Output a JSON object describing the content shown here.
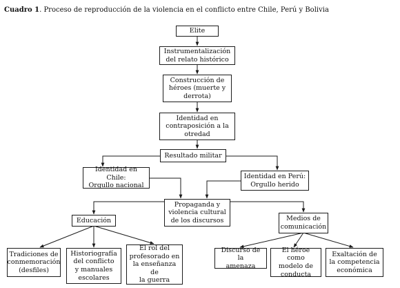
{
  "caption": {
    "label": "Cuadro 1",
    "text": ". Proceso de reproducción de la violencia en el conflicto entre Chile, Perú y Bolivia"
  },
  "nodes": {
    "elite": "Elite",
    "instrumentalizacion": "Instrumentalización\ndel relato histórico",
    "construccion": "Construcción de\nhéroes (muerte y\nderrota)",
    "identidad_otredad": "Identidad en\ncontraposición a la\notredad",
    "resultado_militar": "Resultado militar",
    "identidad_chile": "Identidad en Chile:\nOrgullo nacional",
    "identidad_peru": "Identidad en Perú:\nOrgullo herido",
    "propaganda": "Propaganda y\nviolencia cultural\nde los discursos",
    "educacion": "Educación",
    "medios": "Medios de\ncomunicación",
    "tradiciones": "Tradiciones de\nconmemoración\n(desfiles)",
    "historiografia": "Historiografía\ndel conflicto\ny manuales\nescolares",
    "rol_profesorado": "El rol del\nprofesorado en\nla enseñanza de\nla guerra",
    "discurso_amenaza": "Discurso de la\namenaza",
    "heroe_modelo": "El héroe como\nmodelo de\nconducta",
    "exaltacion": "Exaltación de\nla competencia\neconómica"
  }
}
